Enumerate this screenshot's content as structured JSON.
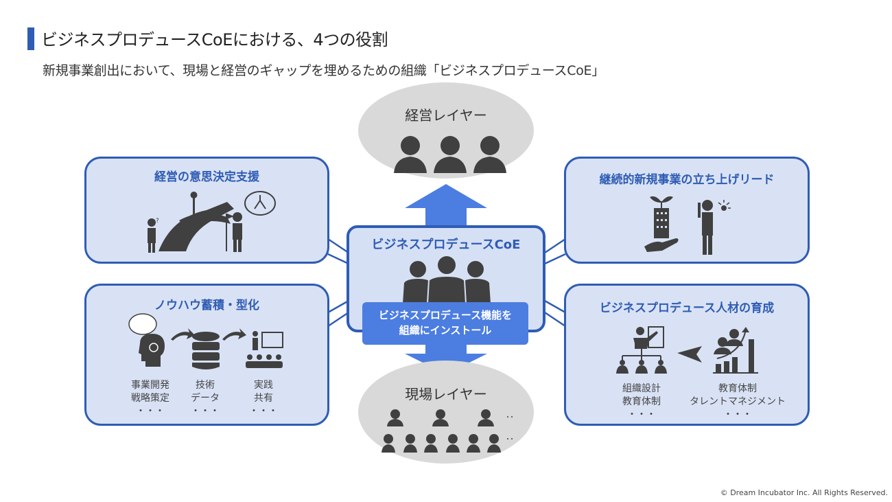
{
  "header": {
    "title": "ビジネスプロデュースCoEにおける、4つの役割",
    "subtitle": "新規事業創出において、現場と経営のギャップを埋めるための組織「ビジネスプロデュースCoE」"
  },
  "layers": {
    "top": "経営レイヤー",
    "bottom": "現場レイヤー"
  },
  "center": {
    "title": "ビジネスプロデュースCoE",
    "install_line1": "ビジネスプロデュース機能を",
    "install_line2": "組織にインストール"
  },
  "roles": [
    {
      "title": "経営の意思決定支援"
    },
    {
      "title": "ノウハウ蓄積・型化",
      "items": [
        {
          "l1": "事業開発",
          "l2": "戦略策定",
          "l3": "・・・"
        },
        {
          "l1": "技術",
          "l2": "データ",
          "l3": "・・・"
        },
        {
          "l1": "実践",
          "l2": "共有",
          "l3": "・・・"
        }
      ]
    },
    {
      "title": "継続的新規事業の立ち上げリード"
    },
    {
      "title": "ビジネスプロデュース人材の育成",
      "items": [
        {
          "l1": "組織設計",
          "l2": "教育体制",
          "l3": "・・・"
        },
        {
          "l1": "教育体制",
          "l2": "タレントマネジメント",
          "l3": "・・・"
        }
      ]
    }
  ],
  "footer": {
    "copyright": "© Dream Incubator Inc. All Rights Reserved."
  },
  "colors": {
    "primary": "#2f5cb4",
    "accent": "#4c7de0",
    "card_fill": "#d9e2f5",
    "layer_fill": "#d9d9d9",
    "icon": "#404040"
  }
}
